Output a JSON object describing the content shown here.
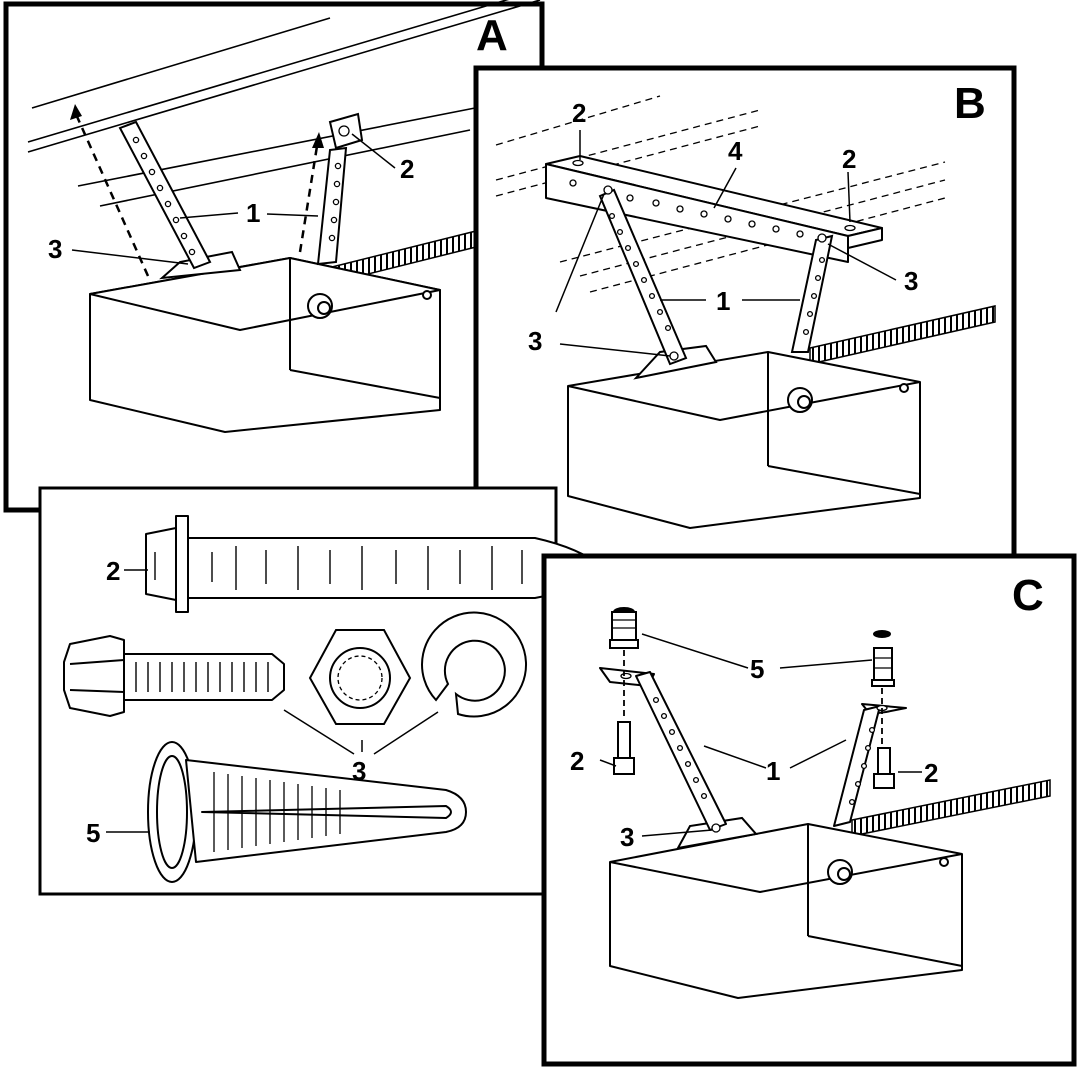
{
  "panels": {
    "a": {
      "letter": "A"
    },
    "b": {
      "letter": "B"
    },
    "c": {
      "letter": "C"
    }
  },
  "callouts": {
    "one": "1",
    "two": "2",
    "three": "3",
    "four": "4",
    "five": "5"
  },
  "colors": {
    "ink": "#000000",
    "paper": "#ffffff",
    "box_top": "#f3f3f3"
  }
}
